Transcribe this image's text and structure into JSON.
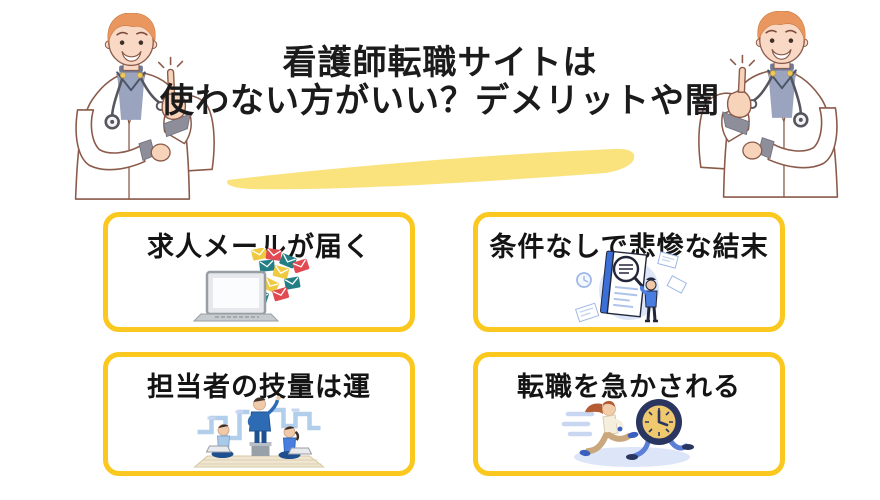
{
  "title": {
    "line1": "看護師転職サイトは",
    "line2": "使わない方がいい？デメリットや闇"
  },
  "cards": [
    {
      "label": "求人メールが届く",
      "illustration": "laptop-emails-illustration"
    },
    {
      "label": "条件なしで悲惨な結末",
      "illustration": "document-review-illustration"
    },
    {
      "label": "担当者の技量は運",
      "illustration": "recruiters-charts-illustration"
    },
    {
      "label": "転職を急かされる",
      "illustration": "chased-by-clock-illustration"
    }
  ],
  "decorations": {
    "left_figure": "doctor-pointing-up",
    "right_figure": "doctor-pointing-up-mirrored",
    "title_underline": "yellow-brush-highlight"
  },
  "colors": {
    "background": "#FFFFFF",
    "card_border": "#FAC81F",
    "brush_highlight": "#FAE27C",
    "title_text": "#1B1B1B",
    "envelope_red": "#E04A50",
    "envelope_teal": "#247F85",
    "envelope_yellow": "#EFC93F",
    "illustration_blue": "#3A6FD8",
    "clock_navy": "#2A3560",
    "clock_face_gold": "#F0C96E"
  }
}
